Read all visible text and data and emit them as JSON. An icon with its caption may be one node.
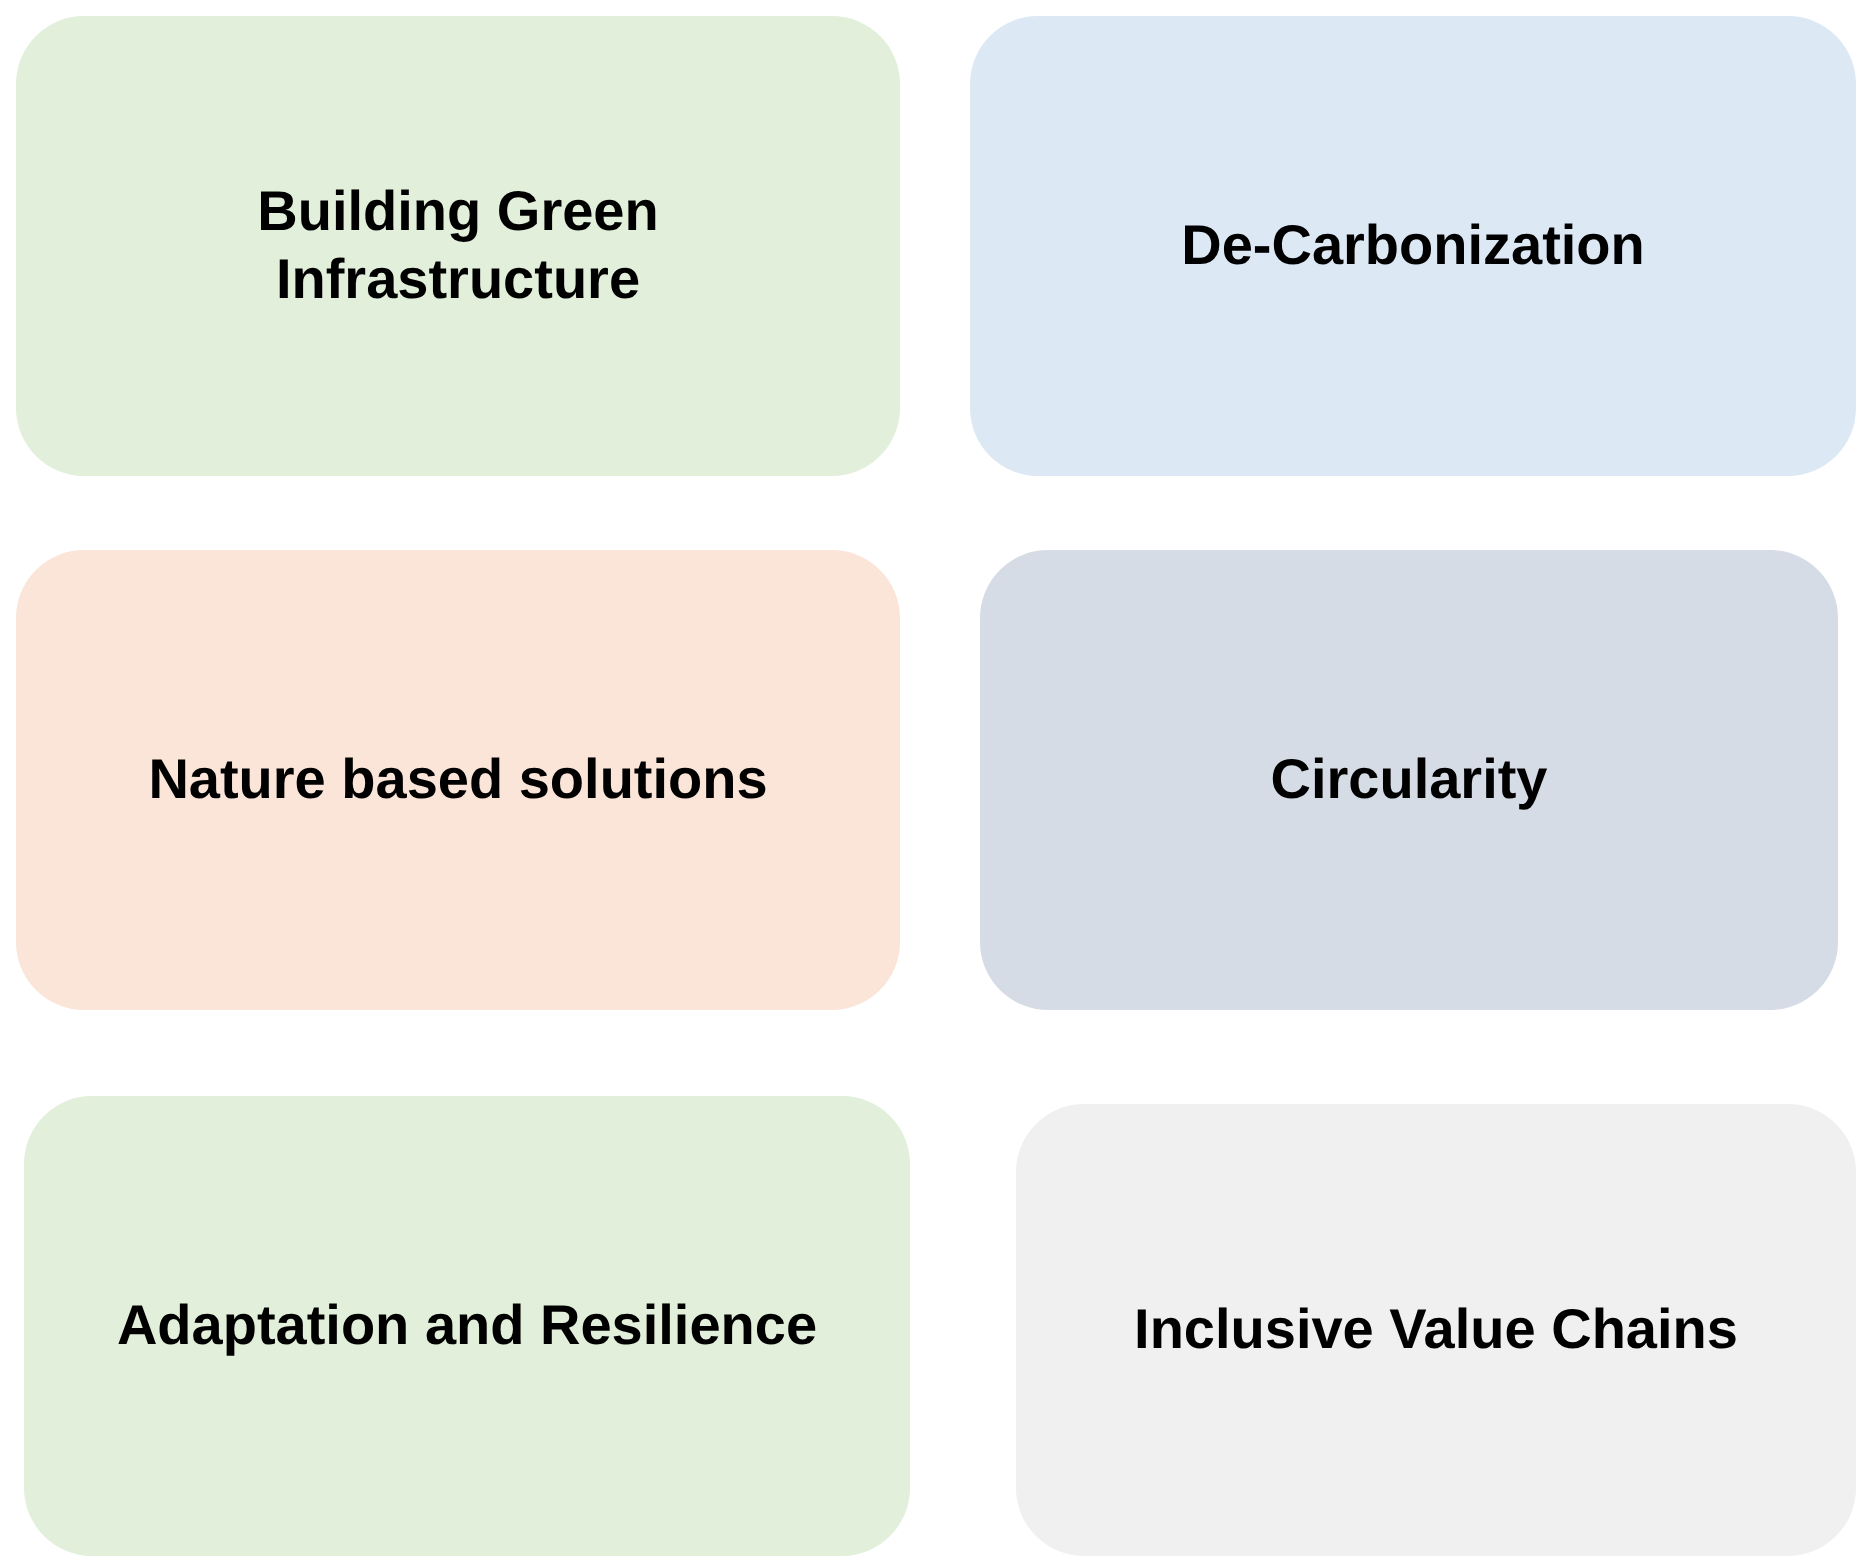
{
  "diagram": {
    "nodes": [
      {
        "text": [
          "Building Green Infrastructure"
        ]
      },
      {
        "text": [
          "De-Carbonization"
        ]
      },
      {
        "text": [
          "Nature based solutions"
        ]
      },
      {
        "text": [
          "Circularity"
        ]
      },
      {
        "text": [
          "Adaptation and Resilience"
        ]
      },
      {
        "text": [
          "Inclusive Value Chains"
        ]
      }
    ]
  }
}
